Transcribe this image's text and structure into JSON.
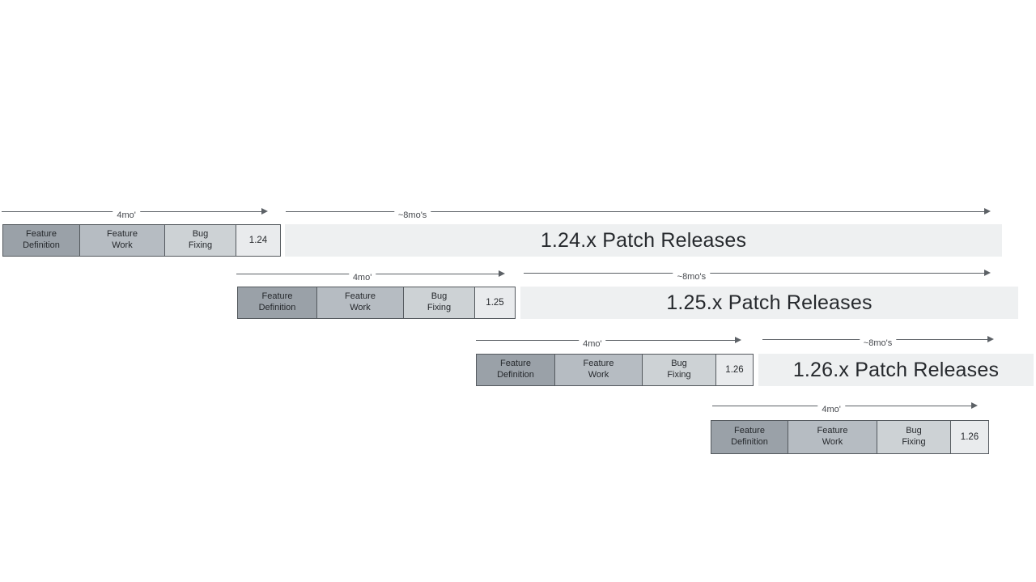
{
  "diagram": {
    "title": "release-cadence-timeline",
    "background": "#ffffff",
    "colors": {
      "feature_definition_fill": "#9aa1a8",
      "feature_work_fill": "#b6bcc2",
      "bug_fixing_fill": "#cdd2d5",
      "version_box_fill": "#e9ebed",
      "patch_bar_fill": "#eef0f1",
      "box_border": "#54595e",
      "arrow": "#5c6166",
      "text": "#26292d"
    },
    "rows": [
      {
        "version": "1.24",
        "phases": [
          "Feature\nDefinition",
          "Feature\nWork",
          "Bug\nFixing"
        ],
        "cycle_duration": "4mo'",
        "patch_duration": "~8mo's",
        "patch_label": "1.24.x Patch Releases"
      },
      {
        "version": "1.25",
        "phases": [
          "Feature\nDefinition",
          "Feature\nWork",
          "Bug\nFixing"
        ],
        "cycle_duration": "4mo'",
        "patch_duration": "~8mo's",
        "patch_label": "1.25.x Patch Releases"
      },
      {
        "version": "1.26",
        "phases": [
          "Feature\nDefinition",
          "Feature\nWork",
          "Bug\nFixing"
        ],
        "cycle_duration": "4mo'",
        "patch_duration": "~8mo's",
        "patch_label": "1.26.x Patch Releases"
      },
      {
        "version": "1.26",
        "phases": [
          "Feature\nDefinition",
          "Feature\nWork",
          "Bug\nFixing"
        ],
        "cycle_duration": "4mo'"
      }
    ]
  }
}
